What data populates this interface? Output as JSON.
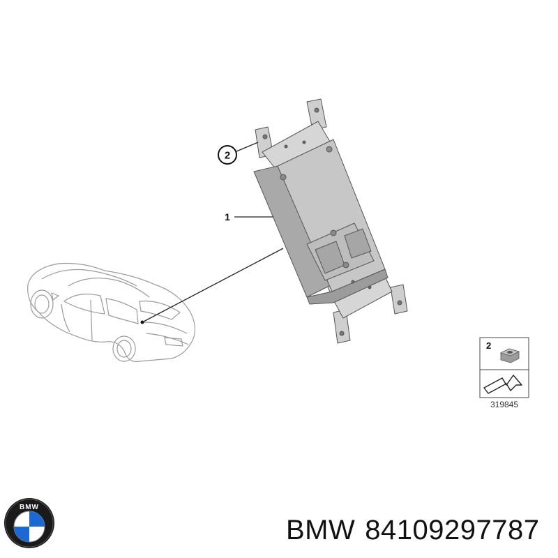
{
  "callouts": [
    {
      "number": "1",
      "part": "electronic control module"
    },
    {
      "number": "2",
      "part": "nut"
    }
  ],
  "legend": {
    "item_number": "2",
    "diagram_code": "319845"
  },
  "logo": {
    "brand_text": "BMW",
    "icon": "bmw-roundel-icon",
    "colors": {
      "ring": "#1a1a1a",
      "blue": "#1c69d4",
      "white": "#ffffff"
    }
  },
  "footer": {
    "brand": "BMW",
    "part_number": "84109297787"
  }
}
